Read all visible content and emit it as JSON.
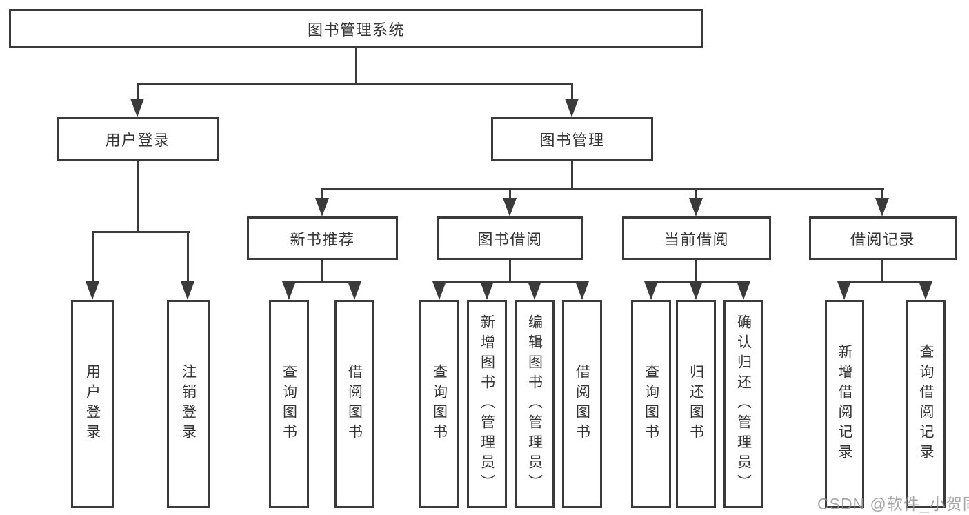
{
  "colors": {
    "line": "#3a3a3a",
    "text": "#353535",
    "background": "#ffffff",
    "watermark": "#949494"
  },
  "watermark": "CSDN @软件_小贺同学",
  "tree": {
    "label": "图书管理系统",
    "children": [
      {
        "label": "用户登录",
        "children": [
          {
            "label": "用户登录"
          },
          {
            "label": "注销登录"
          }
        ]
      },
      {
        "label": "图书管理",
        "children": [
          {
            "label": "新书推荐",
            "children": [
              {
                "label": "查询图书"
              },
              {
                "label": "借阅图书"
              }
            ]
          },
          {
            "label": "图书借阅",
            "children": [
              {
                "label": "查询图书"
              },
              {
                "label": "新增图书（管理员）"
              },
              {
                "label": "编辑图书（管理员）"
              },
              {
                "label": "借阅图书"
              }
            ]
          },
          {
            "label": "当前借阅",
            "children": [
              {
                "label": "查询图书"
              },
              {
                "label": "归还图书"
              },
              {
                "label": "确认归还（管理员）"
              }
            ]
          },
          {
            "label": "借阅记录",
            "children": [
              {
                "label": "新增借阅记录"
              },
              {
                "label": "查询借阅记录"
              }
            ]
          }
        ]
      }
    ]
  }
}
